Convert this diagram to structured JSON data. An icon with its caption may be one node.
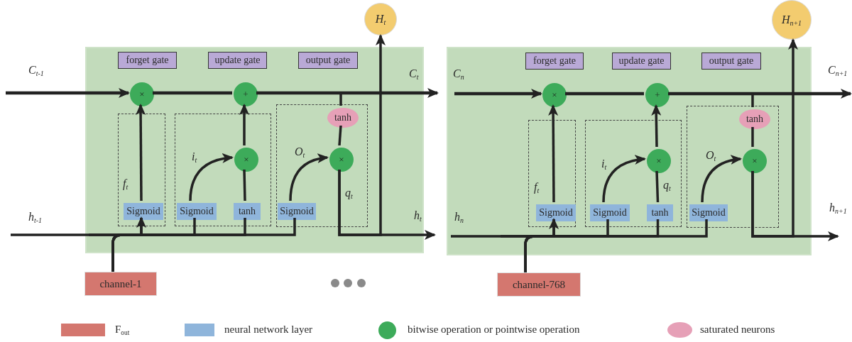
{
  "diagram": {
    "nodes": [
      {
        "text": [
          "H$_{t}$"
        ]
      },
      {
        "text": [],
        "shape": "box"
      },
      {
        "text": [
          "forget gate"
        ],
        "in": 1
      },
      {
        "text": [
          "update gate"
        ],
        "in": 1
      },
      {
        "text": [
          "output gate"
        ],
        "in": 1
      },
      {
        "text": [
          "×"
        ],
        "in": 1
      },
      {
        "text": [
          "+"
        ],
        "in": 1
      },
      {
        "text": [],
        "shape": "box",
        "in": 1
      },
      {
        "text": [],
        "shape": "box",
        "in": 1
      },
      {
        "text": [],
        "shape": "box",
        "in": 1
      },
      {
        "text": [
          "tanh"
        ],
        "in": 9
      },
      {
        "text": [
          "×"
        ],
        "in": 8
      },
      {
        "text": [
          "×"
        ],
        "in": 9
      },
      {
        "text": [
          "Sigmoid"
        ],
        "in": 7
      },
      {
        "text": [
          "Sigmoid"
        ],
        "in": 8
      },
      {
        "text": [
          "tanh"
        ],
        "in": 8
      },
      {
        "text": [
          "Sigmoid"
        ],
        "in": 9
      },
      {
        "text": [
          "channel-1"
        ]
      },
      {
        "text": [
          "H$_{n+1}$"
        ]
      },
      {
        "text": [],
        "shape": "box"
      },
      {
        "text": [
          "forget gate"
        ],
        "in": 19
      },
      {
        "text": [
          "update gate"
        ],
        "in": 19
      },
      {
        "text": [
          "output gate"
        ],
        "in": 19
      },
      {
        "text": [
          "×"
        ],
        "in": 19
      },
      {
        "text": [
          "+"
        ],
        "in": 19
      },
      {
        "text": [],
        "shape": "box",
        "in": 19
      },
      {
        "text": [],
        "shape": "box",
        "in": 19
      },
      {
        "text": [],
        "shape": "box",
        "in": 19
      },
      {
        "text": [
          "tanh"
        ],
        "in": 27
      },
      {
        "text": [
          "×"
        ],
        "in": 26
      },
      {
        "text": [
          "×"
        ],
        "in": 27
      },
      {
        "text": [
          "Sigmoid"
        ],
        "in": 25
      },
      {
        "text": [
          "Sigmoid"
        ],
        "in": 26
      },
      {
        "text": [
          "tanh"
        ],
        "in": 26
      },
      {
        "text": [
          "Sigmoid"
        ],
        "in": 27
      },
      {
        "text": [
          "channel-768"
        ]
      }
    ],
    "edges": [
      {
        "from": null,
        "to": 5,
        "arrow": "to"
      },
      {
        "from": 5,
        "to": 6,
        "arrow": "none"
      },
      {
        "from": 6,
        "to": null,
        "arrow": "to"
      },
      {
        "from": 6,
        "to": 10,
        "arrow": "none"
      },
      {
        "from": 13,
        "to": 5,
        "arrow": "to"
      },
      {
        "from": 14,
        "to": 11,
        "arrow": "to"
      },
      {
        "from": 15,
        "to": 11,
        "arrow": "none"
      },
      {
        "from": 11,
        "to": 6,
        "arrow": "to"
      },
      {
        "from": 16,
        "to": 12,
        "arrow": "to"
      },
      {
        "from": 10,
        "to": 12,
        "arrow": "none"
      },
      {
        "from": 12,
        "to": 0,
        "arrow": "to"
      },
      {
        "from": 12,
        "to": null,
        "arrow": "to"
      },
      {
        "from": null,
        "to": 13,
        "arrow": "to"
      },
      {
        "from": 17,
        "to": 13,
        "arrow": "none"
      },
      {
        "from": 17,
        "to": 14,
        "arrow": "none"
      },
      {
        "from": 17,
        "to": 15,
        "arrow": "none"
      },
      {
        "from": 17,
        "to": 16,
        "arrow": "none"
      },
      {
        "from": null,
        "to": 23,
        "arrow": "to"
      },
      {
        "from": 23,
        "to": 24,
        "arrow": "none"
      },
      {
        "from": 24,
        "to": null,
        "arrow": "to"
      },
      {
        "from": 24,
        "to": 28,
        "arrow": "none"
      },
      {
        "from": 31,
        "to": 23,
        "arrow": "to"
      },
      {
        "from": 32,
        "to": 29,
        "arrow": "to"
      },
      {
        "from": 33,
        "to": 29,
        "arrow": "none"
      },
      {
        "from": 29,
        "to": 24,
        "arrow": "to"
      },
      {
        "from": 34,
        "to": 30,
        "arrow": "to"
      },
      {
        "from": 28,
        "to": 30,
        "arrow": "none"
      },
      {
        "from": 30,
        "to": 18,
        "arrow": "to"
      },
      {
        "from": 30,
        "to": null,
        "arrow": "to"
      },
      {
        "from": null,
        "to": 31,
        "arrow": "to"
      },
      {
        "from": 35,
        "to": 31,
        "arrow": "none"
      },
      {
        "from": 35,
        "to": 32,
        "arrow": "none"
      },
      {
        "from": 35,
        "to": 33,
        "arrow": "none"
      },
      {
        "from": 35,
        "to": 34,
        "arrow": "none"
      }
    ],
    "labels": [
      "C$_{t-1}$",
      "h$_{t-1}$",
      "C$_{t}$",
      "h$_{t}$",
      "f$_{t}$",
      "i$_{t}$",
      "O$_{t}$",
      "q$_{t}$",
      "C$_{n}$",
      "h$_{n}$",
      "C$_{n+1}$",
      "h$_{n+1}$",
      "f$_{t}$",
      "i$_{t}$",
      "O$_{t}$",
      "q$_{t}$"
    ],
    "legend": [
      {
        "text": "F$_{out}$",
        "color": "#d4776f"
      },
      {
        "text": "neural network layer",
        "color": "#8fb5db"
      },
      {
        "text": "bitwise operation or pointwise operation",
        "color": "#3dab5a"
      },
      {
        "text": "saturated neurons",
        "color": "#e6a0b7"
      }
    ]
  }
}
